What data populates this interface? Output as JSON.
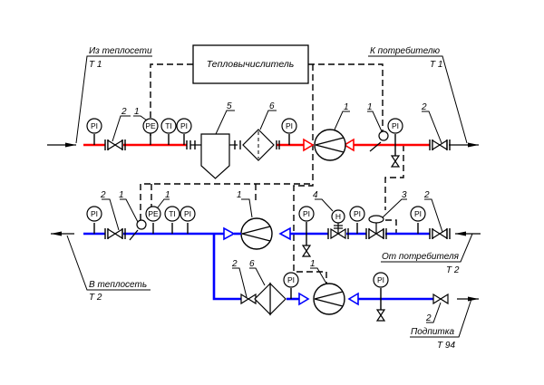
{
  "diagram": {
    "type": "heat-metering-unit-schematic",
    "colors": {
      "supply_pipe": "#ff0000",
      "return_pipe": "#0000ff",
      "lines": "#000000"
    },
    "heat_calculator": {
      "label": "Тепловычислитель"
    },
    "connections": {
      "from_network": {
        "label": "Из теплосети",
        "code": "T 1"
      },
      "to_consumer": {
        "label": "К потребителю",
        "code": "T 1"
      },
      "to_network": {
        "label": "В теплосеть",
        "code": "T 2"
      },
      "from_consumer": {
        "label": "От потребителя",
        "code": "T 2"
      },
      "makeup": {
        "label": "Подпитка",
        "code": "T 94"
      }
    },
    "instruments": {
      "pi": "PI",
      "pe": "PE",
      "ti": "TI",
      "h": "H"
    },
    "positions": {
      "p1": "1",
      "p2": "2",
      "p3": "3",
      "p4": "4",
      "p5": "5",
      "p6": "6"
    }
  }
}
